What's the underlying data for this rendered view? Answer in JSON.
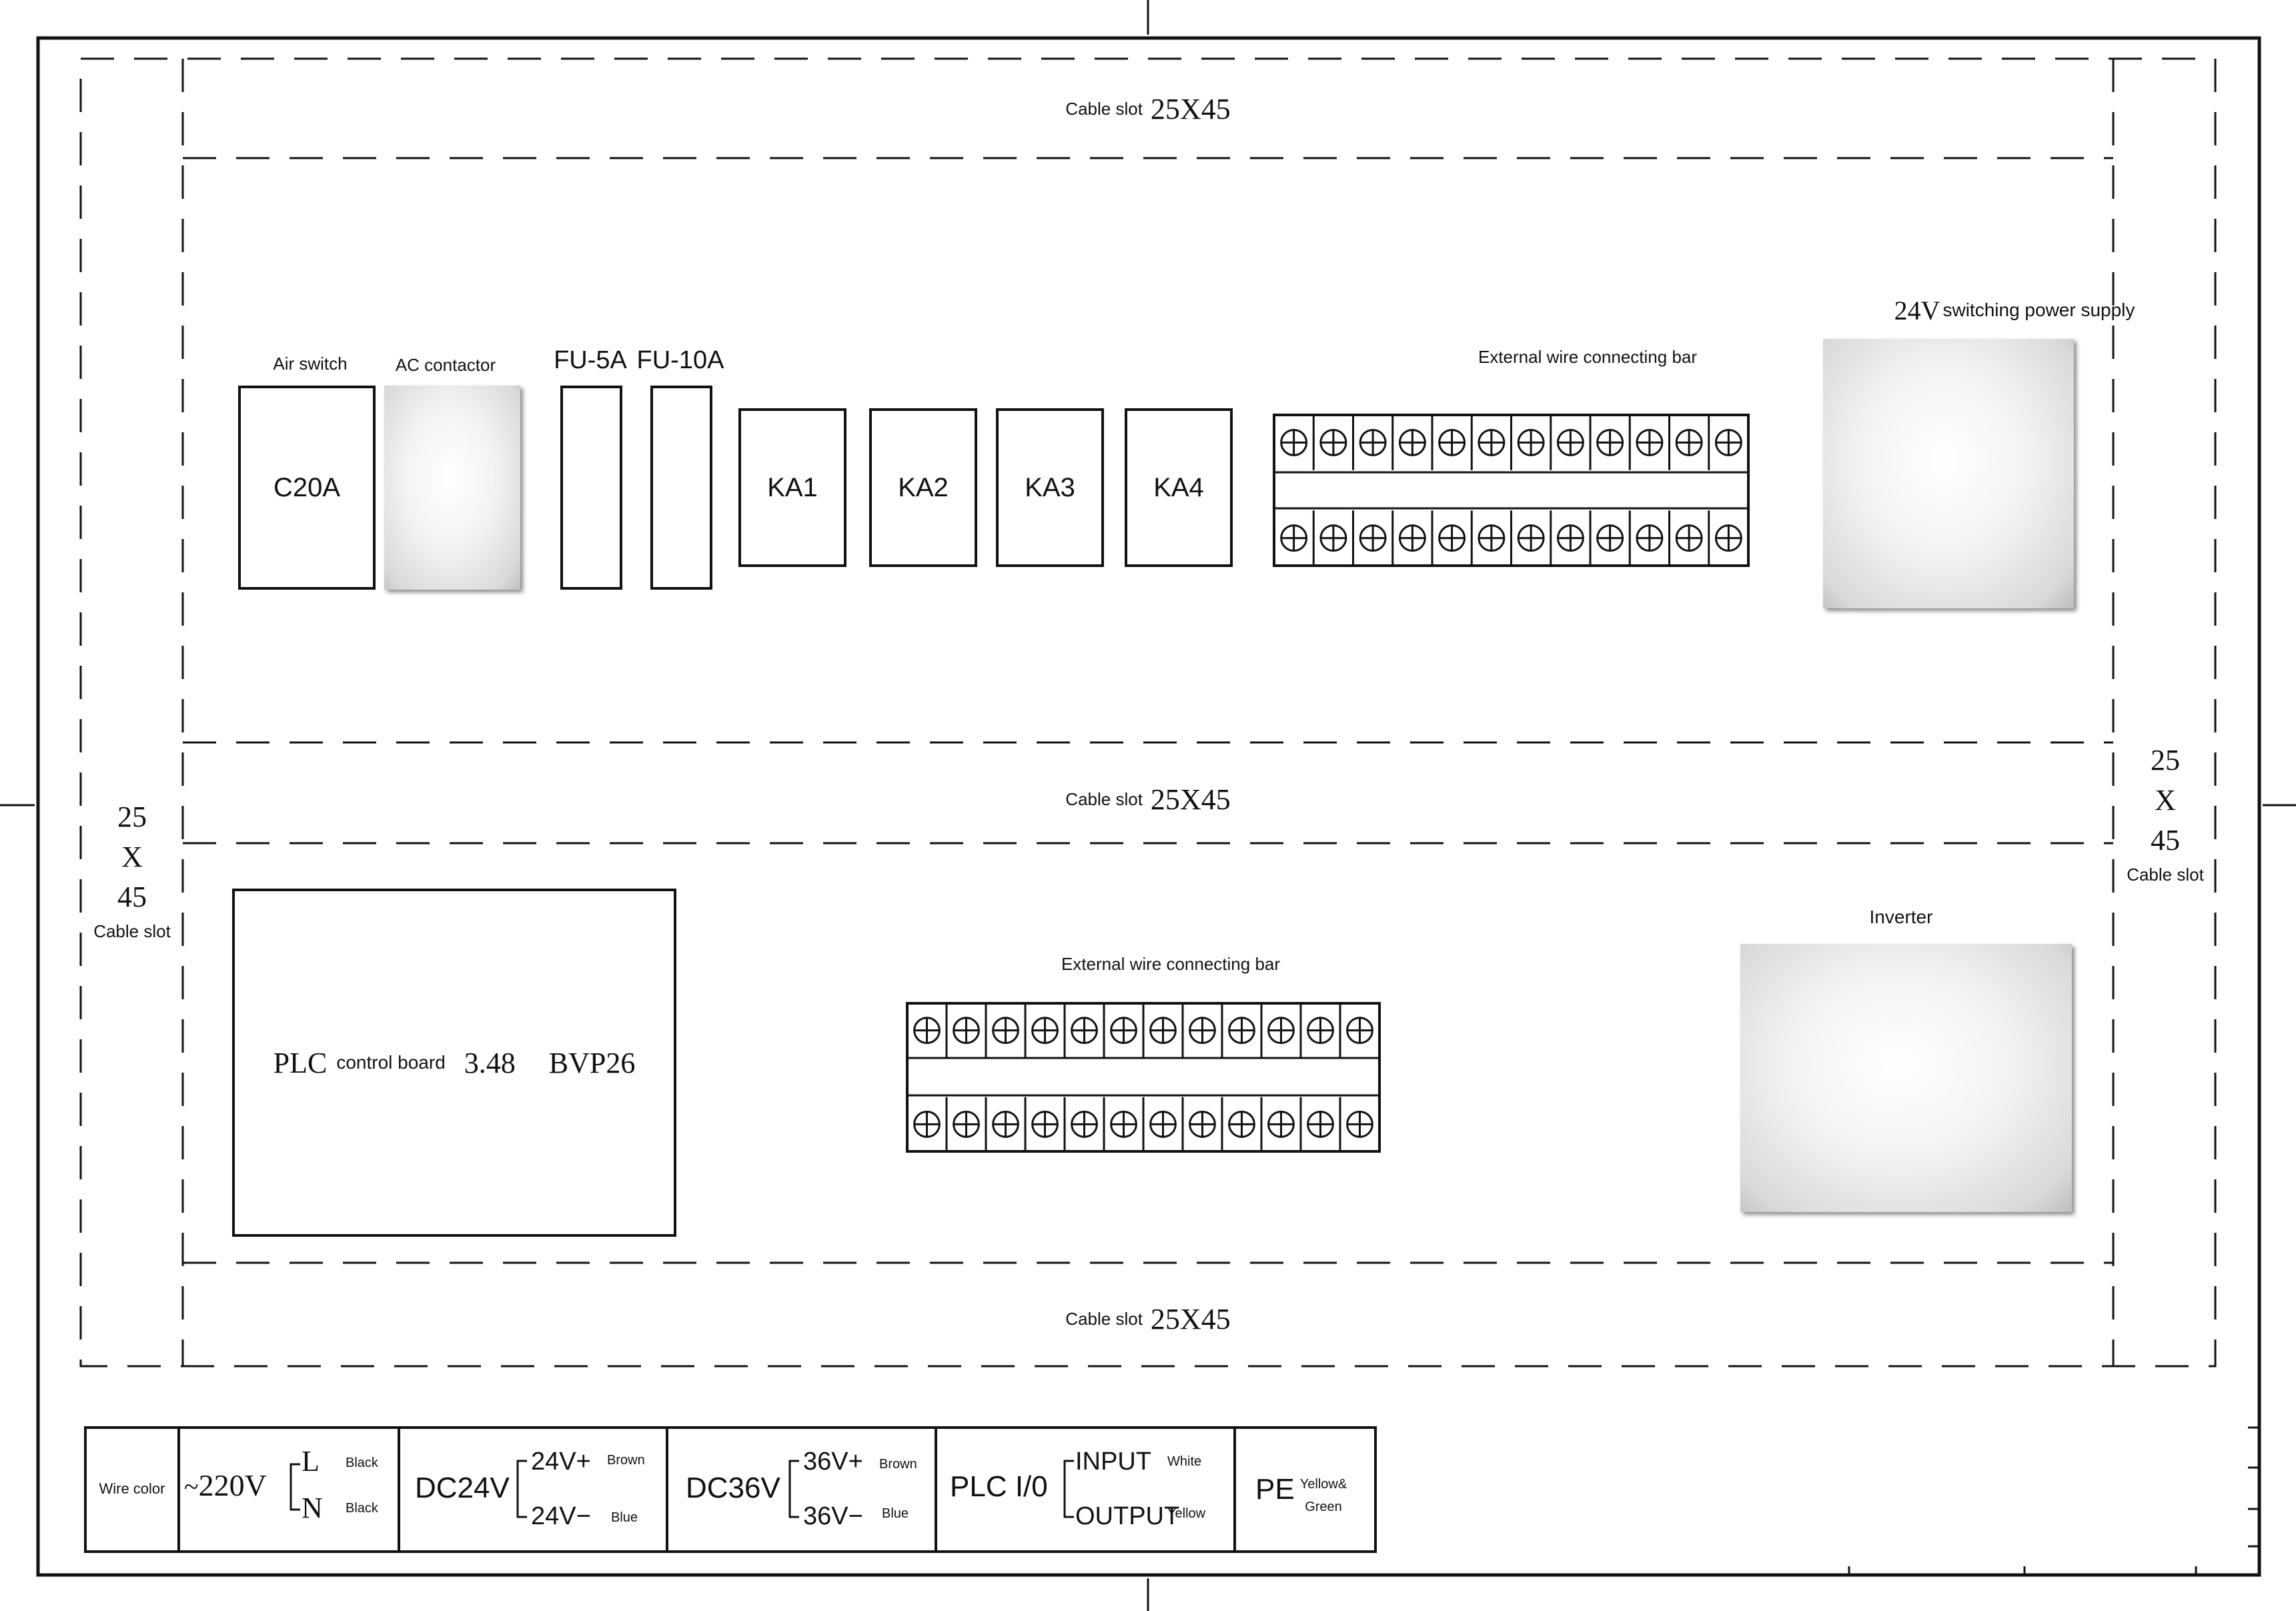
{
  "cable_slot_top": {
    "label": "Cable slot",
    "size": "25X45"
  },
  "cable_slot_middle": {
    "label": "Cable slot",
    "size": "25X45"
  },
  "cable_slot_bottom": {
    "label": "Cable slot",
    "size": "25X45"
  },
  "cable_slot_left": {
    "l1": "25",
    "l2": "X",
    "l3": "45",
    "label": "Cable slot"
  },
  "cable_slot_right": {
    "l1": "25",
    "l2": "X",
    "l3": "45",
    "label": "Cable slot"
  },
  "components": {
    "air_switch": {
      "label": "Air switch",
      "rating": "C20A"
    },
    "ac_contactor": {
      "label": "AC contactor"
    },
    "fuse1": {
      "label": "FU-5A"
    },
    "fuse2": {
      "label": "FU-10A"
    },
    "relays": [
      "KA1",
      "KA2",
      "KA3",
      "KA4"
    ],
    "terminal_bar_top": {
      "label": "External wire connecting bar"
    },
    "power_supply": {
      "volt": "24V",
      "label": "switching power supply"
    },
    "plc": {
      "prefix": "PLC",
      "mid": "control board",
      "model1": "3.48",
      "model2": "BVP26"
    },
    "terminal_bar_bottom": {
      "label": "External wire connecting bar"
    },
    "inverter": {
      "label": "Inverter"
    }
  },
  "legend": {
    "title": "Wire color",
    "ac220": {
      "tilde": "~",
      "volt": "220V",
      "l": "L",
      "n": "N",
      "l_color": "Black",
      "n_color": "Black"
    },
    "dc24": {
      "name": "DC24V",
      "plus": "24V+",
      "minus": "24V−",
      "plus_color": "Brown",
      "minus_color": "Blue"
    },
    "dc36": {
      "name": "DC36V",
      "plus": "36V+",
      "minus": "36V−",
      "plus_color": "Brown",
      "minus_color": "Blue"
    },
    "plcio": {
      "name": "PLC I/0",
      "input": "INPUT",
      "output": "OUTPUT",
      "input_color": "White",
      "output_color": "Yellow"
    },
    "pe": {
      "name": "PE",
      "c1": "Yellow&",
      "c2": "Green"
    }
  }
}
